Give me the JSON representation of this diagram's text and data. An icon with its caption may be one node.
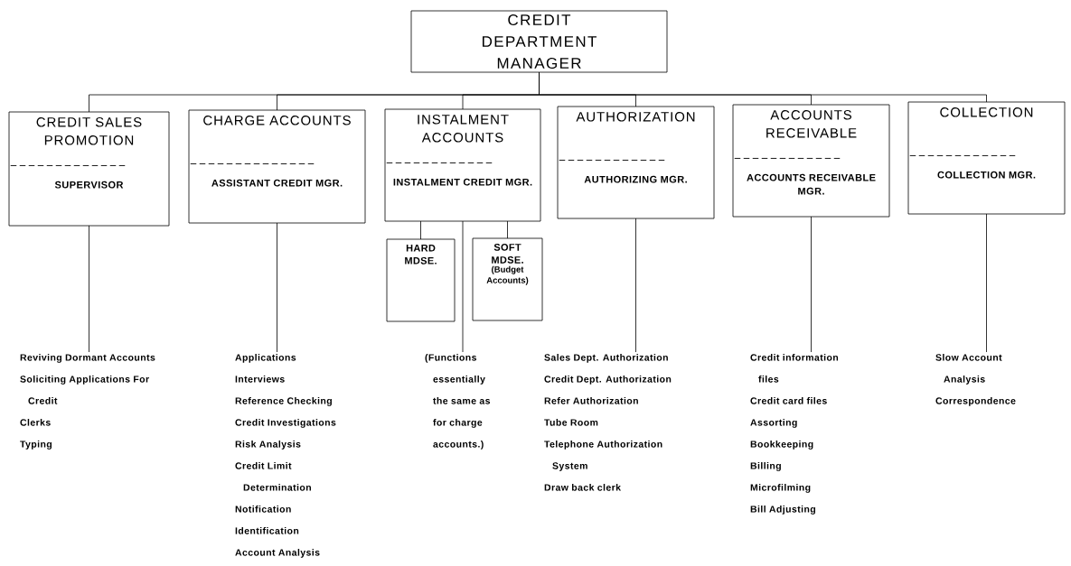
{
  "diagram": {
    "nodes": [
      {
        "text": [
          "CREDIT DEPARTMENT MANAGER"
        ]
      },
      {
        "text": [
          "CREDIT SALES PROMOTION",
          "SUPERVISOR"
        ]
      },
      {
        "text": [
          "CHARGE ACCOUNTS",
          "ASSISTANT CREDIT MGR."
        ]
      },
      {
        "text": [
          "INSTALMENT ACCOUNTS",
          "INSTALMENT CREDIT MGR."
        ]
      },
      {
        "text": [
          "AUTHORIZATION",
          "AUTHORIZING MGR."
        ]
      },
      {
        "text": [
          "ACCOUNTS RECEIVABLE",
          "ACCOUNTS RECEIVABLE MGR."
        ]
      },
      {
        "text": [
          "COLLECTION",
          "COLLECTION MGR."
        ]
      },
      {
        "text": [
          "HARD MDSE."
        ]
      },
      {
        "text": [
          "SOFT MDSE.",
          "(Budget Accounts)"
        ]
      },
      {
        "text": [
          "Reviving Dormant Accounts",
          "Soliciting Applications For Credit",
          "Clerks",
          "Typing"
        ]
      },
      {
        "text": [
          "Applications",
          "Interviews",
          "Reference Checking",
          "Credit Investigations",
          "Risk Analysis",
          "Credit Limit Determination",
          "Notification",
          "Identification",
          "Account Analysis"
        ]
      },
      {
        "text": [
          "(Functions essentially the same as for charge accounts.)"
        ]
      },
      {
        "text": [
          "Sales Dept. Authorization",
          "Credit Dept. Authorization",
          "Refer Authorization",
          "Tube Room",
          "Telephone Authorization System",
          "Draw back clerk"
        ]
      },
      {
        "text": [
          "Credit information files",
          "Credit card files",
          "Assorting",
          "Bookkeeping",
          "Billing",
          "Microfilming",
          "Bill Adjusting"
        ]
      },
      {
        "text": [
          "Slow Account Analysis",
          "Correspondence"
        ]
      }
    ],
    "edges": [
      {
        "from": 0,
        "to": 1,
        "arrow": "none"
      },
      {
        "from": 0,
        "to": 2,
        "arrow": "none"
      },
      {
        "from": 0,
        "to": 3,
        "arrow": "none"
      },
      {
        "from": 0,
        "to": 4,
        "arrow": "none"
      },
      {
        "from": 0,
        "to": 5,
        "arrow": "none"
      },
      {
        "from": 0,
        "to": 6,
        "arrow": "none"
      },
      {
        "from": 3,
        "to": 7,
        "arrow": "none"
      },
      {
        "from": 3,
        "to": 8,
        "arrow": "none"
      },
      {
        "from": 1,
        "to": 9,
        "arrow": "none"
      },
      {
        "from": 2,
        "to": 10,
        "arrow": "none"
      },
      {
        "from": 3,
        "to": 11,
        "arrow": "none"
      },
      {
        "from": 4,
        "to": 12,
        "arrow": "none"
      },
      {
        "from": 5,
        "to": 13,
        "arrow": "none"
      },
      {
        "from": 6,
        "to": 14,
        "arrow": "none"
      }
    ]
  }
}
